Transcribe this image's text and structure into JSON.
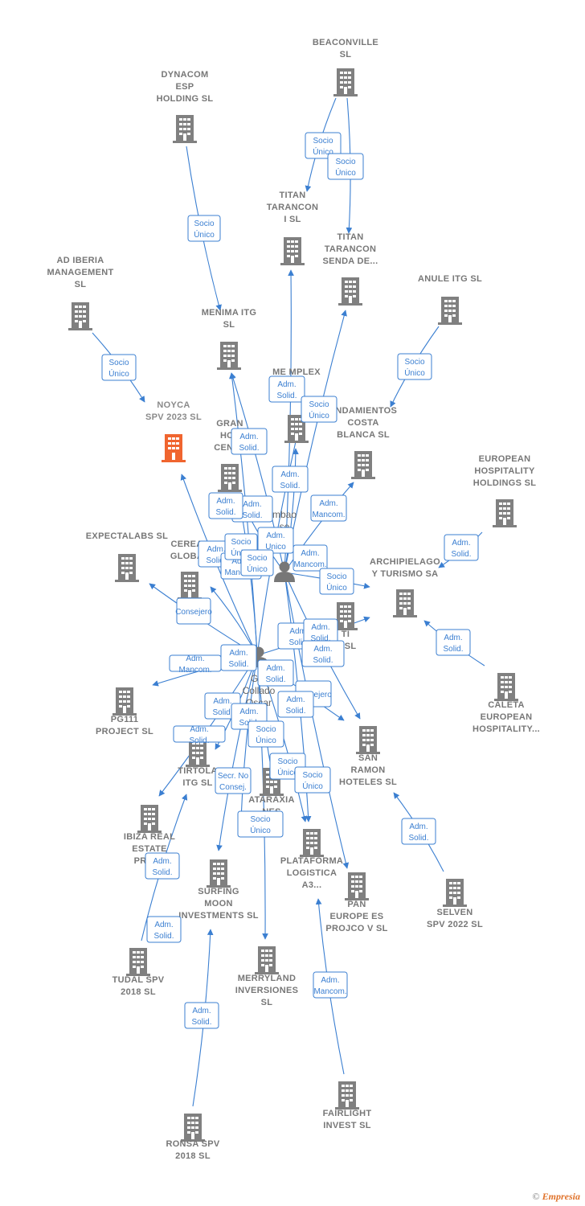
{
  "colors": {
    "edge": "#3b7fd1",
    "building": "#808080",
    "focus_building": "#f0652f",
    "label": "#777777"
  },
  "focus_node": "noyca",
  "nodes": [
    {
      "id": "beaconville",
      "lines": [
        "BEACONVILLE",
        "SL"
      ],
      "icon": "building-icon"
    },
    {
      "id": "dynacom",
      "lines": [
        "DYNACOM",
        "ESP",
        "HOLDING  SL"
      ],
      "icon": "building-icon"
    },
    {
      "id": "titan_i",
      "lines": [
        "TITAN",
        "TARANCON",
        "I  SL"
      ],
      "icon": "building-icon"
    },
    {
      "id": "titan_senda",
      "lines": [
        "TITAN",
        "TARANCON",
        "SENDA DE..."
      ],
      "icon": "building-icon"
    },
    {
      "id": "ad_iberia",
      "lines": [
        "AD IBERIA",
        "MANAGEMENT",
        "SL"
      ],
      "icon": "building-icon"
    },
    {
      "id": "anule",
      "lines": [
        "ANULE ITG  SL"
      ],
      "icon": "building-icon"
    },
    {
      "id": "menima",
      "lines": [
        "MENIMA ITG",
        "SL"
      ],
      "icon": "building-icon"
    },
    {
      "id": "noyca",
      "lines": [
        "NOYCA",
        "SPV 2023  SL"
      ],
      "icon": "building-icon"
    },
    {
      "id": "complex",
      "lines": [
        "ME  MPLEX",
        "   IAL",
        "  "
      ],
      "icon": "building-icon"
    },
    {
      "id": "grand_hotel",
      "lines": [
        "GRAN",
        "HOT",
        "CENTR"
      ],
      "icon": "building-icon"
    },
    {
      "id": "emprendimientos",
      "lines": [
        "ENDAMIENTOS",
        "COSTA",
        "BLANCA SL"
      ],
      "icon": "building-icon"
    },
    {
      "id": "european",
      "lines": [
        "EUROPEAN",
        "HOSPITALITY",
        "HOLDINGS  SL"
      ],
      "icon": "building-icon"
    },
    {
      "id": "expectalabs",
      "lines": [
        "EXPECTALABS SL"
      ],
      "icon": "building-icon"
    },
    {
      "id": "cereal",
      "lines": [
        "CEREAL",
        "GLOBAL"
      ],
      "icon": "building-icon"
    },
    {
      "id": "archipielago",
      "lines": [
        "ARCHIPIELAGO",
        "Y TURISMO SA"
      ],
      "icon": "building-icon"
    },
    {
      "id": "itg_center",
      "lines": [
        "TI",
        "G SL"
      ],
      "icon": "building-icon"
    },
    {
      "id": "caleta",
      "lines": [
        "CALETA",
        "EUROPEAN",
        "HOSPITALITY..."
      ],
      "icon": "building-icon"
    },
    {
      "id": "pg111",
      "lines": [
        "PG111",
        "PROJECT  SL"
      ],
      "icon": "building-icon"
    },
    {
      "id": "san_ramon",
      "lines": [
        "SAN",
        "RAMON",
        "HOTELES SL"
      ],
      "icon": "building-icon"
    },
    {
      "id": "tirtola",
      "lines": [
        "TIRTOLA",
        "ITG  SL"
      ],
      "icon": "building-icon"
    },
    {
      "id": "ataraxia",
      "lines": [
        "ATARAXIA",
        "   NES"
      ],
      "icon": "building-icon"
    },
    {
      "id": "ibiza",
      "lines": [
        "IBIZA REAL",
        "ESTATE",
        "PROJE"
      ],
      "icon": "building-icon"
    },
    {
      "id": "plataforma",
      "lines": [
        "PLATAFORMA",
        "LOGISTICA",
        "A3..."
      ],
      "icon": "building-icon"
    },
    {
      "id": "surfing",
      "lines": [
        "SURFING",
        "MOON",
        "INVESTMENTS SL"
      ],
      "icon": "building-icon"
    },
    {
      "id": "pan_europe",
      "lines": [
        "PAN",
        "EUROPE ES",
        "PROJCO V SL"
      ],
      "icon": "building-icon"
    },
    {
      "id": "selven",
      "lines": [
        "SELVEN",
        "SPV 2022  SL"
      ],
      "icon": "building-icon"
    },
    {
      "id": "tudal",
      "lines": [
        "TUDAL SPV",
        "2018  SL"
      ],
      "icon": "building-icon"
    },
    {
      "id": "merryland",
      "lines": [
        "MERRYLAND",
        "INVERSIONES",
        "SL"
      ],
      "icon": "building-icon"
    },
    {
      "id": "ronsa",
      "lines": [
        "RONSA SPV",
        "2018  SL"
      ],
      "icon": "building-icon"
    },
    {
      "id": "fairlight",
      "lines": [
        "FAIRLIGHT",
        "INVEST  SL"
      ],
      "icon": "building-icon"
    }
  ],
  "persons": [
    {
      "id": "person_a",
      "lines": [
        "  mbao",
        "  se"
      ],
      "icon": "person-icon"
    },
    {
      "id": "person_b",
      "lines": [
        "Gar",
        "Collado",
        "Oscar"
      ],
      "icon": "person-icon"
    }
  ],
  "relations": [
    {
      "label": [
        "Socio",
        "Único"
      ]
    },
    {
      "label": [
        "Socio",
        "Único"
      ]
    },
    {
      "label": [
        "Socio",
        "Único"
      ]
    },
    {
      "label": [
        "Socio",
        "Único"
      ]
    },
    {
      "label": [
        "Socio",
        "Único"
      ]
    },
    {
      "label": [
        "Adm.",
        "Solid."
      ]
    },
    {
      "label": [
        "Adm.",
        "Solid."
      ]
    },
    {
      "label": [
        "Adm.",
        "Solid."
      ]
    },
    {
      "label": [
        "Adm.",
        "Solid."
      ]
    },
    {
      "label": [
        "Adm.",
        "Solid."
      ]
    },
    {
      "label": [
        "Adm.",
        "Solid."
      ]
    },
    {
      "label": [
        "Adm.",
        "Mancom."
      ]
    },
    {
      "label": [
        "Adm.",
        "Solid."
      ]
    },
    {
      "label": [
        "Socio",
        "Único"
      ]
    },
    {
      "label": [
        "Adm.",
        "Solid."
      ]
    },
    {
      "label": [
        "Adm.",
        "Solid."
      ]
    },
    {
      "label": [
        "Adm.",
        "Mancom."
      ]
    },
    {
      "label": [
        "Adm.",
        "Solid."
      ]
    },
    {
      "label": [
        "Adm.",
        "Solid."
      ]
    },
    {
      "label": [
        "Adm.",
        "Unico"
      ]
    },
    {
      "label": [
        "Adm.",
        "Mancom."
      ]
    },
    {
      "label": [
        "Adm.",
        "Solid."
      ]
    },
    {
      "label": [
        "Adm.",
        "Mancom."
      ]
    },
    {
      "label": [
        "Socio",
        "Único"
      ]
    },
    {
      "label": [
        "Consejero"
      ]
    },
    {
      "label": [
        "Adm.",
        "Solid."
      ]
    },
    {
      "label": [
        "Adm.",
        "Solid."
      ]
    },
    {
      "label": [
        "Adm.",
        "Solid."
      ]
    },
    {
      "label": [
        "Adm.",
        "Mancom."
      ]
    },
    {
      "label": [
        "Adm.",
        "Solid."
      ]
    },
    {
      "label": [
        "Adm.",
        "Solid."
      ]
    },
    {
      "label": [
        "Consejero"
      ]
    },
    {
      "label": [
        "Adm.",
        "Solid."
      ]
    },
    {
      "label": [
        "Adm.",
        "Solid."
      ]
    },
    {
      "label": [
        "Adm.",
        "Solid."
      ]
    },
    {
      "label": [
        "Adm.",
        "Solid."
      ]
    },
    {
      "label": [
        "Socio",
        "Único"
      ]
    },
    {
      "label": [
        "Secr.  No",
        "Consej."
      ]
    },
    {
      "label": [
        "Socio",
        "Único"
      ]
    },
    {
      "label": [
        "Socio",
        "Único"
      ]
    },
    {
      "label": [
        "Socio",
        "Único"
      ]
    },
    {
      "label": [
        "Socio",
        "Único"
      ]
    },
    {
      "label": [
        "Socio",
        "Único"
      ]
    }
  ],
  "footer": {
    "copyright": "©",
    "brand": "Empresia"
  }
}
